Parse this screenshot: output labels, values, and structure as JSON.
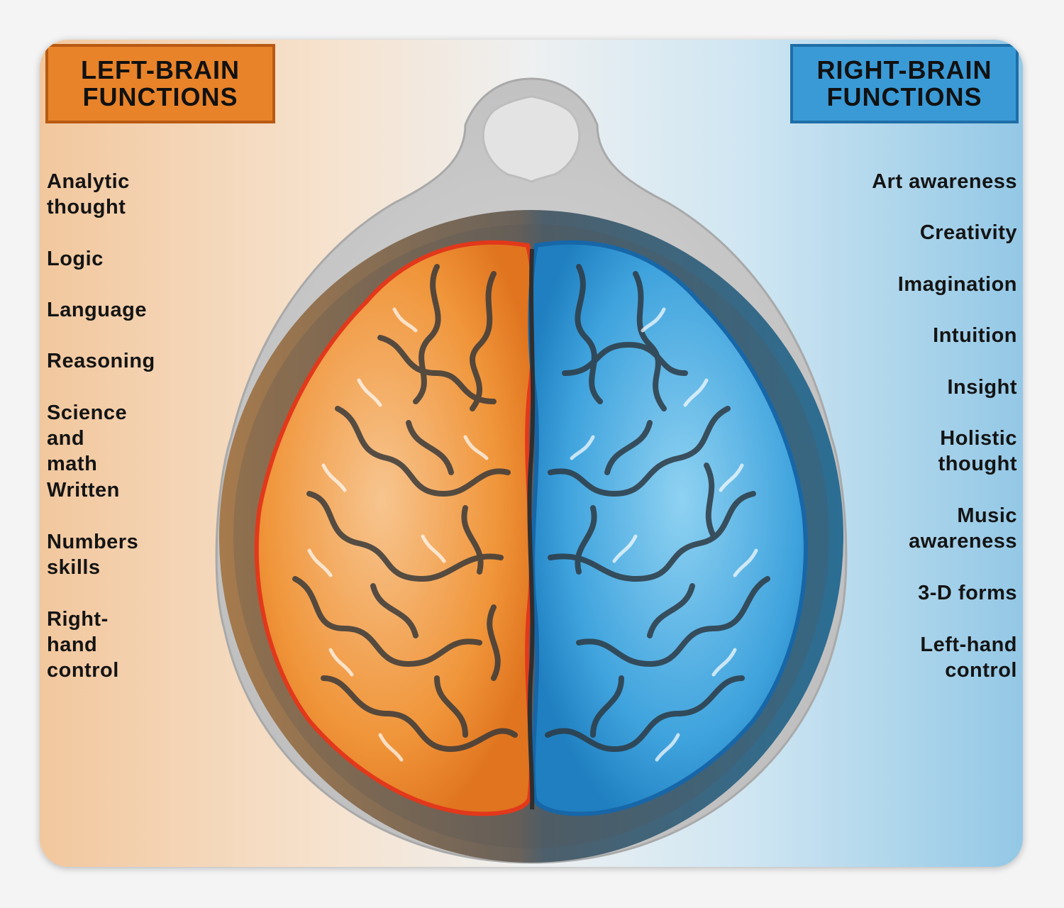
{
  "left": {
    "title": "LEFT-BRAIN\nFUNCTIONS",
    "color": "#e8832a",
    "functions": [
      "Analytic\nthought",
      "Logic",
      "Language",
      "Reasoning",
      "Science\nand math",
      "Written",
      "Numbers\nskills",
      "Right-hand\ncontrol"
    ]
  },
  "right": {
    "title": "RIGHT-BRAIN\nFUNCTIONS",
    "color": "#3a9ad6",
    "functions": [
      "Art awareness",
      "Creativity",
      "Imagination",
      "Intuition",
      "Insight",
      "Holistic\nthought",
      "Music\nawareness",
      "3-D forms",
      "Left-hand\ncontrol"
    ]
  }
}
